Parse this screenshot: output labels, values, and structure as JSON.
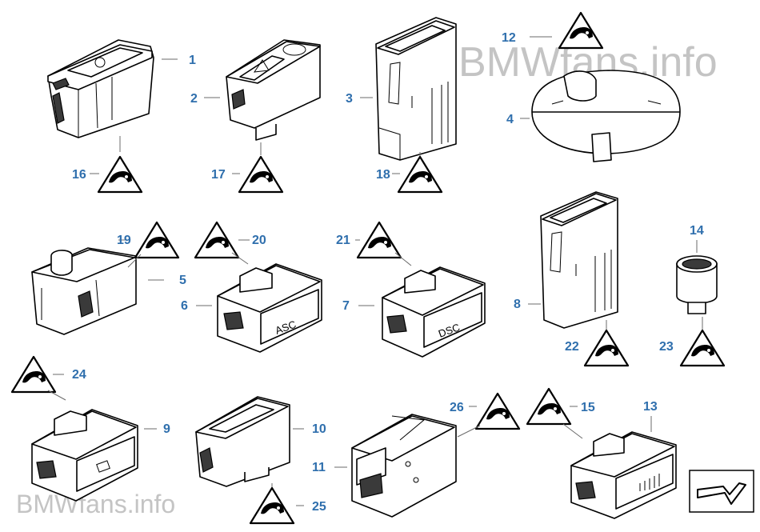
{
  "watermark": {
    "top_right": "BMWfans.info",
    "bottom_left": "BMWfans.info"
  },
  "parts": [
    {
      "num": "1",
      "name": "part-1"
    },
    {
      "num": "2",
      "name": "part-2"
    },
    {
      "num": "3",
      "name": "part-3"
    },
    {
      "num": "4",
      "name": "part-4"
    },
    {
      "num": "5",
      "name": "part-5"
    },
    {
      "num": "6",
      "name": "part-6",
      "label": "ASC"
    },
    {
      "num": "7",
      "name": "part-7",
      "label": "DSC"
    },
    {
      "num": "8",
      "name": "part-8"
    },
    {
      "num": "9",
      "name": "part-9"
    },
    {
      "num": "10",
      "name": "part-10"
    },
    {
      "num": "11",
      "name": "part-11"
    },
    {
      "num": "12",
      "name": "part-12"
    },
    {
      "num": "13",
      "name": "part-13"
    },
    {
      "num": "14",
      "name": "part-14"
    },
    {
      "num": "15",
      "name": "part-15"
    },
    {
      "num": "16",
      "name": "part-16"
    },
    {
      "num": "17",
      "name": "part-17"
    },
    {
      "num": "18",
      "name": "part-18"
    },
    {
      "num": "19",
      "name": "part-19"
    },
    {
      "num": "20",
      "name": "part-20"
    },
    {
      "num": "21",
      "name": "part-21"
    },
    {
      "num": "22",
      "name": "part-22"
    },
    {
      "num": "23",
      "name": "part-23"
    },
    {
      "num": "24",
      "name": "part-24"
    },
    {
      "num": "25",
      "name": "part-25"
    },
    {
      "num": "26",
      "name": "part-26"
    }
  ],
  "icons": {
    "warning": "warning-triangle-icon",
    "nav": "return-arrow-icon"
  }
}
